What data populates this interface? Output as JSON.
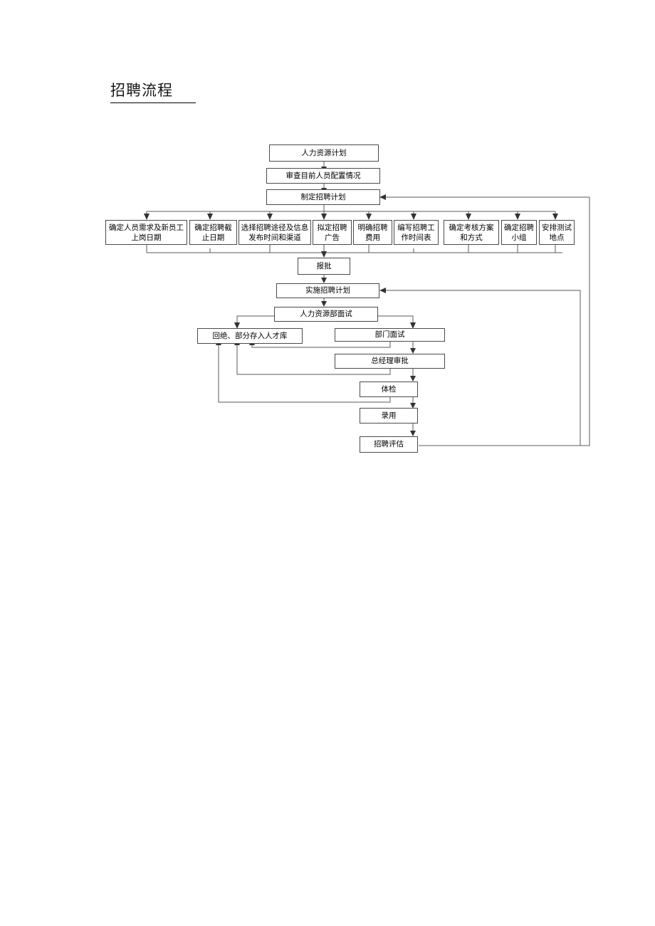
{
  "document": {
    "title": "招聘流程"
  },
  "flowchart": {
    "type": "flowchart",
    "orientation": "top-to-bottom",
    "nodes": {
      "hr_plan": "人力资源计划",
      "review_staffing": "审查目前人员配置情况",
      "make_plan": "制定招聘计划",
      "p1": "确定人员需求及新员工上岗日期",
      "p2": "确定招聘截止日期",
      "p3": "选择招聘途径及信息发布时间和渠道",
      "p4": "拟定招聘广告",
      "p5": "明确招聘费用",
      "p6": "编写招聘工作时间表",
      "p7": "确定考核方案和方式",
      "p8": "确定招聘小组",
      "p9": "安排测试地点",
      "approve": "报批",
      "execute": "实施招聘计划",
      "hr_interview": "人力资源部面试",
      "reject_pool": "回绝、部分存入人才库",
      "dept_interview": "部门面试",
      "gm_approval": "总经理审批",
      "physical": "体检",
      "hire": "录用",
      "evaluate": "招聘评估"
    },
    "edges": [
      {
        "from": "hr_plan",
        "to": "review_staffing"
      },
      {
        "from": "review_staffing",
        "to": "make_plan"
      },
      {
        "from": "make_plan",
        "to": "p1"
      },
      {
        "from": "make_plan",
        "to": "p2"
      },
      {
        "from": "make_plan",
        "to": "p3"
      },
      {
        "from": "make_plan",
        "to": "p4"
      },
      {
        "from": "make_plan",
        "to": "p5"
      },
      {
        "from": "make_plan",
        "to": "p6"
      },
      {
        "from": "make_plan",
        "to": "p7"
      },
      {
        "from": "make_plan",
        "to": "p8"
      },
      {
        "from": "make_plan",
        "to": "p9"
      },
      {
        "from": "p1..p9",
        "to": "approve"
      },
      {
        "from": "approve",
        "to": "execute"
      },
      {
        "from": "execute",
        "to": "hr_interview"
      },
      {
        "from": "hr_interview",
        "to": "reject_pool"
      },
      {
        "from": "hr_interview",
        "to": "dept_interview"
      },
      {
        "from": "dept_interview",
        "to": "gm_approval"
      },
      {
        "from": "dept_interview",
        "to": "reject_pool"
      },
      {
        "from": "gm_approval",
        "to": "physical"
      },
      {
        "from": "gm_approval",
        "to": "reject_pool"
      },
      {
        "from": "physical",
        "to": "hire"
      },
      {
        "from": "physical",
        "to": "reject_pool"
      },
      {
        "from": "hire",
        "to": "evaluate"
      },
      {
        "from": "evaluate",
        "to": "execute"
      },
      {
        "from": "evaluate",
        "to": "make_plan"
      }
    ],
    "colors": {
      "box_border": "#4a4a4a",
      "line": "#5a5a5a",
      "arrow": "#333333",
      "background": "#ffffff",
      "text": "#000000"
    }
  }
}
